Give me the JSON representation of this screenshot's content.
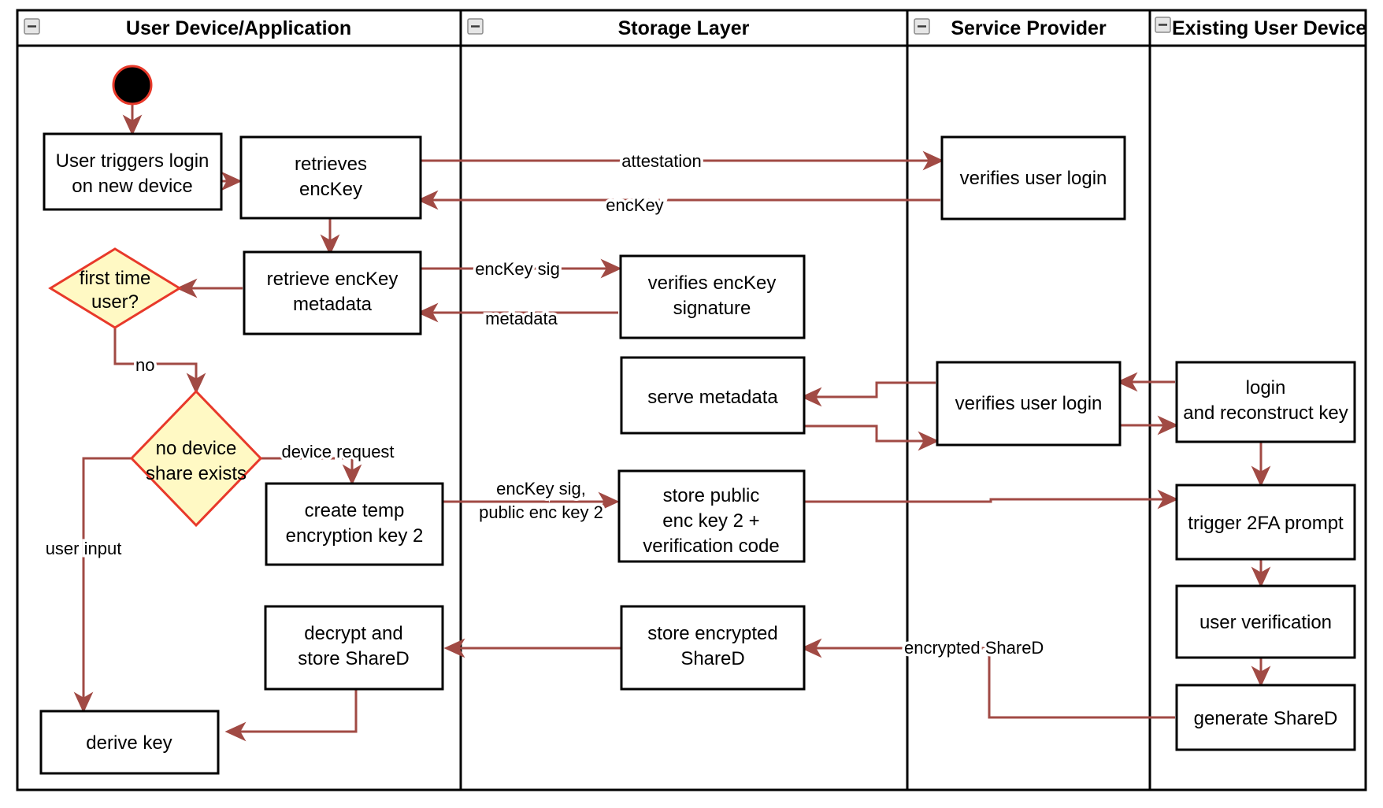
{
  "diagram": {
    "title": "Key recovery on new device — swimlane activity diagram",
    "colors": {
      "flow_arrow": "#a14a44",
      "decision_fill": "#fff9c4",
      "decision_stroke": "#e8392a",
      "activity_stroke": "#000000",
      "lane_border": "#000000",
      "start_node_fill": "#000000",
      "start_node_stroke": "#e8392a"
    },
    "lanes": [
      {
        "id": "user-device",
        "label": "User Device/Application",
        "collapse_icon": "minus-icon"
      },
      {
        "id": "storage-layer",
        "label": "Storage Layer",
        "collapse_icon": "minus-icon"
      },
      {
        "id": "service-provider",
        "label": "Service Provider",
        "collapse_icon": "minus-icon"
      },
      {
        "id": "existing-user-device",
        "label": "Existing User Device",
        "collapse_icon": "minus-icon"
      }
    ],
    "nodes": [
      {
        "id": "start",
        "type": "start",
        "lane": "user-device",
        "label": ""
      },
      {
        "id": "user-triggers-login",
        "type": "activity",
        "lane": "user-device",
        "line1": "User triggers login",
        "line2": "on new device"
      },
      {
        "id": "retrieves-enckey",
        "type": "activity",
        "lane": "user-device",
        "line1": "retrieves",
        "line2": "encKey"
      },
      {
        "id": "retrieve-enckey-metadata",
        "type": "activity",
        "lane": "user-device",
        "line1": "retrieve encKey",
        "line2": "metadata"
      },
      {
        "id": "first-time-user",
        "type": "decision",
        "lane": "user-device",
        "line1": "first time",
        "line2": "user?"
      },
      {
        "id": "no-device-share-exists",
        "type": "decision",
        "lane": "user-device",
        "line1": "no device",
        "line2": "share exists"
      },
      {
        "id": "create-temp-encryption-key-2",
        "type": "activity",
        "lane": "user-device",
        "line1": "create temp",
        "line2": "encryption key 2"
      },
      {
        "id": "decrypt-and-store-shared",
        "type": "activity",
        "lane": "user-device",
        "line1": "decrypt and",
        "line2": "store ShareD"
      },
      {
        "id": "derive-key",
        "type": "activity",
        "lane": "user-device",
        "line1": "derive key",
        "line2": ""
      },
      {
        "id": "verifies-enckey-signature",
        "type": "activity",
        "lane": "storage-layer",
        "line1": "verifies encKey",
        "line2": "signature"
      },
      {
        "id": "serve-metadata",
        "type": "activity",
        "lane": "storage-layer",
        "line1": "serve metadata",
        "line2": ""
      },
      {
        "id": "store-public-enc-key-2",
        "type": "activity",
        "lane": "storage-layer",
        "line1": "store public",
        "line2": "enc key 2 +",
        "line3": "verification code"
      },
      {
        "id": "store-encrypted-shared",
        "type": "activity",
        "lane": "storage-layer",
        "line1": "store encrypted",
        "line2": "ShareD"
      },
      {
        "id": "verifies-user-login-1",
        "type": "activity",
        "lane": "service-provider",
        "line1": "verifies user login",
        "line2": ""
      },
      {
        "id": "verifies-user-login-2",
        "type": "activity",
        "lane": "service-provider",
        "line1": "verifies user login",
        "line2": ""
      },
      {
        "id": "login-and-reconstruct-key",
        "type": "activity",
        "lane": "existing-user-device",
        "line1": "login",
        "line2": "and reconstruct key"
      },
      {
        "id": "trigger-2fa-prompt",
        "type": "activity",
        "lane": "existing-user-device",
        "line1": "trigger 2FA prompt",
        "line2": ""
      },
      {
        "id": "user-verification",
        "type": "activity",
        "lane": "existing-user-device",
        "line1": "user verification",
        "line2": ""
      },
      {
        "id": "generate-shared",
        "type": "activity",
        "lane": "existing-user-device",
        "line1": "generate ShareD",
        "line2": ""
      }
    ],
    "edge_labels": [
      {
        "id": "attestation",
        "text": "attestation"
      },
      {
        "id": "enckey",
        "text": "encKey"
      },
      {
        "id": "enckey-sig",
        "text": "encKey sig"
      },
      {
        "id": "metadata",
        "text": "metadata"
      },
      {
        "id": "no",
        "text": "no"
      },
      {
        "id": "device-request",
        "text": "device request"
      },
      {
        "id": "user-input",
        "text": "user input"
      },
      {
        "id": "enckey-sig-public-enc-key-2-l1",
        "text": "encKey sig,"
      },
      {
        "id": "enckey-sig-public-enc-key-2-l2",
        "text": "public enc key 2"
      },
      {
        "id": "encrypted-shared",
        "text": "encrypted ShareD"
      }
    ]
  }
}
